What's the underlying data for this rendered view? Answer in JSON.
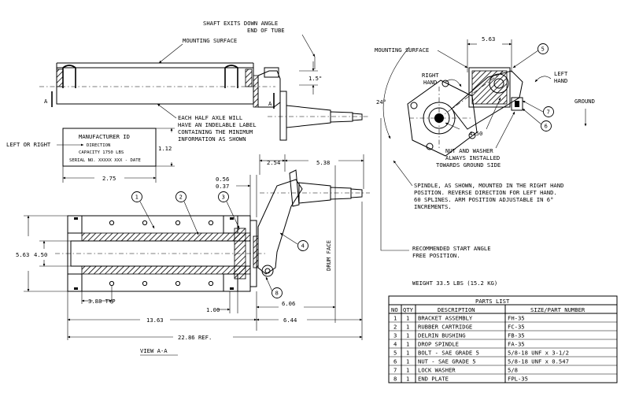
{
  "top_view": {
    "shaft_note_1": "SHAFT EXITS DOWN ANGLE",
    "shaft_note_2": "END OF TUBE",
    "mounting_surface": "MOUNTING SURFACE",
    "dim_1_5": "1.5\"",
    "section_a_left": "A",
    "section_a_right": "A",
    "label_note": [
      "EACH HALF AXLE WILL",
      "HAVE AN INDELABLE LABEL",
      "CONTAINING THE MINIMUM",
      "INFORMATION AS SHOWN"
    ]
  },
  "id_label": {
    "title": "MANUFACTURER ID",
    "direction": "DIRECTION",
    "capacity": "CAPACITY 1750 LBS",
    "serial": "SERIAL NO. XXXXX XXX - DATE",
    "left_or_right": "LEFT OR RIGHT",
    "dim_height": "1.12",
    "dim_width": "2.75"
  },
  "side_view": {
    "mounting_surface": "MOUNTING SURFACE",
    "dim_5_63": "5.63",
    "right_hand": [
      "RIGHT",
      "HAND"
    ],
    "left_hand": [
      "LEFT",
      "HAND"
    ],
    "ground": "GROUND",
    "angle_24": "24°",
    "dim_4_50": "4.50",
    "nut_note": [
      "NUT AND WASHER",
      "ALWAYS INSTALLED",
      "TOWARDS GROUND SIDE"
    ],
    "spindle_note": [
      "SPINDLE, AS SHOWN, MOUNTED IN THE RIGHT HAND",
      "POSITION. REVERSE DIRECTION FOR LEFT HAND.",
      "60 SPLINES. ARM POSITION ADJUSTABLE IN 6°",
      "INCREMENTS."
    ],
    "start_angle_note": [
      "RECOMMENDED START ANGLE",
      "FREE POSITION."
    ]
  },
  "section_view": {
    "dim_0_56": "0.56",
    "dim_0_37": "0.37",
    "dim_2_54": "2.54",
    "dim_5_38": "5.38",
    "dim_5_63": "5.63",
    "dim_4_50": "4.50",
    "dim_3_88": "3.88 TYP",
    "dim_1_00": "1.00",
    "dim_6_06": "6.06",
    "dim_13_63": "13.63",
    "dim_6_44": "6.44",
    "dim_22_86": "22.86 REF.",
    "drum_face": "DRUM FACE",
    "view_label": "VIEW A-A"
  },
  "callouts": [
    "1",
    "2",
    "3",
    "4",
    "5",
    "6",
    "7",
    "8"
  ],
  "weight": "WEIGHT 33.5 LBS (15.2 KG)",
  "parts_list": {
    "title": "PARTS  LIST",
    "headers": [
      "NO",
      "QTY",
      "DESCRIPTION",
      "SIZE/PART NUMBER"
    ],
    "rows": [
      [
        "1",
        "1",
        "BRACKET ASSEMBLY",
        "FH-35"
      ],
      [
        "2",
        "1",
        "RUBBER CARTRIDGE",
        "FC-35"
      ],
      [
        "3",
        "1",
        "DELRIN BUSHING",
        "FB-35"
      ],
      [
        "4",
        "1",
        "DROP SPINDLE",
        "FA-35"
      ],
      [
        "5",
        "1",
        "BOLT - SAE GRADE 5",
        "5/8-18 UNF x 3-1/2"
      ],
      [
        "6",
        "1",
        "NUT - SAE GRADE 5",
        "5/8-18 UNF x 0.547"
      ],
      [
        "7",
        "1",
        "LOCK WASHER",
        "5/8"
      ],
      [
        "8",
        "1",
        "END PLATE",
        "FPL-35"
      ]
    ]
  }
}
